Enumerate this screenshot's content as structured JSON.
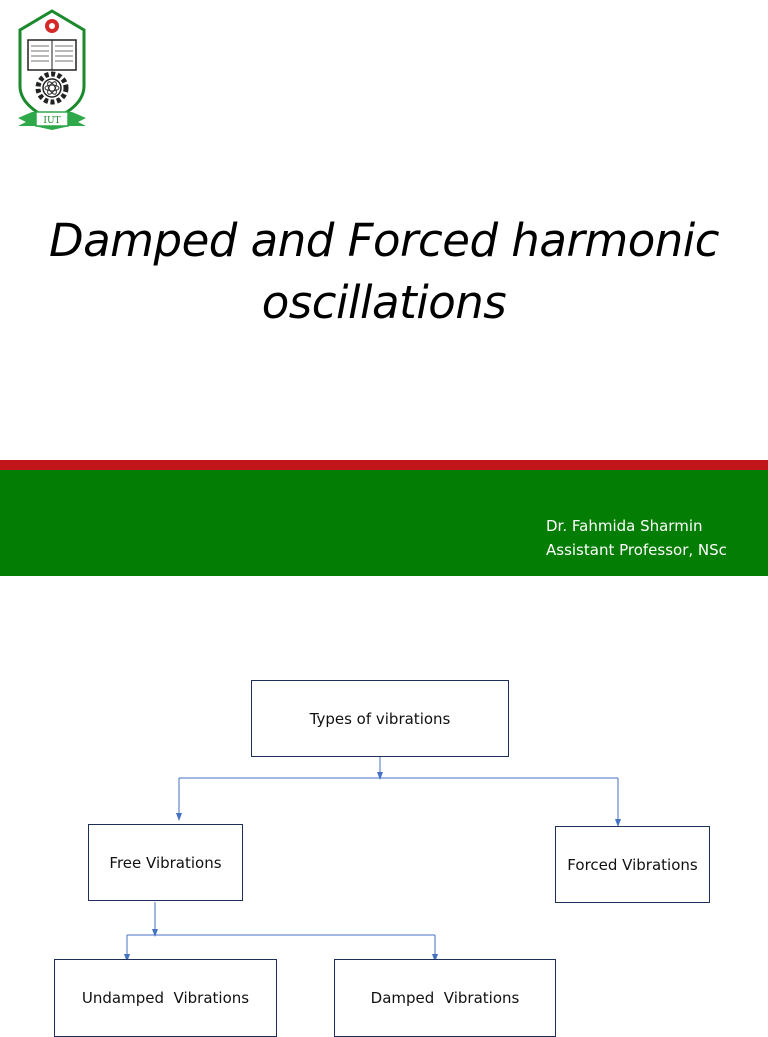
{
  "logo": {
    "emblem_text": "IUT",
    "colors": {
      "shield_border": "#1a8a2a",
      "ribbon": "#2fa84a",
      "gear": "#222222",
      "seal_red": "#d42a2a"
    }
  },
  "slide": {
    "title": "Damped and Forced harmonic oscillations",
    "author_name": "Dr. Fahmida Sharmin",
    "author_title": "Assistant Professor, NSc",
    "colors": {
      "red_bar": "#c0161b",
      "green_band": "#047d04",
      "connector": "#4472c4",
      "box_border": "#1f2f5c"
    }
  },
  "flowchart": {
    "root": "Types of vibrations",
    "free": "Free Vibrations",
    "forced": "Forced Vibrations",
    "undamped": "Undamped  Vibrations",
    "damped": "Damped  Vibrations"
  }
}
